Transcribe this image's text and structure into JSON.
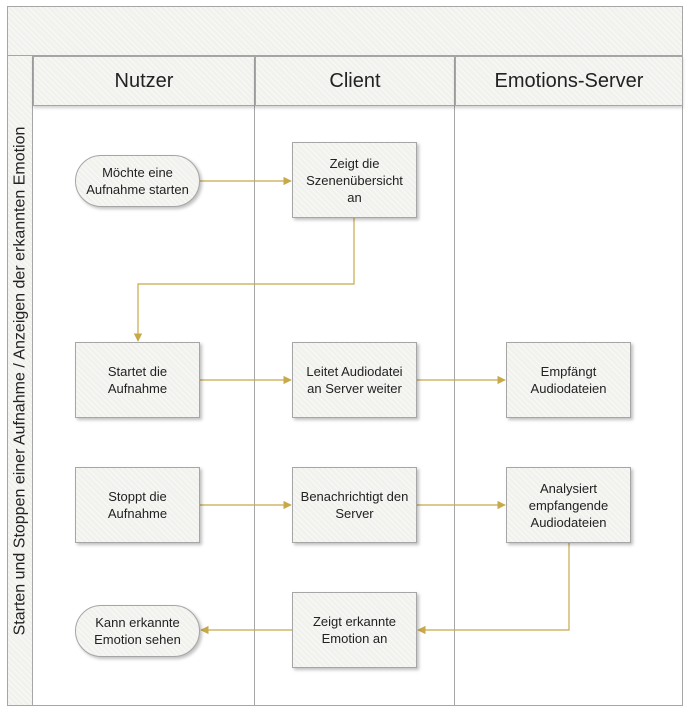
{
  "pool": {
    "title": "",
    "side_label": "Starten und Stoppen einer Aufnahme / Anzeigen der erkannten Emotion"
  },
  "lanes": [
    "Nutzer",
    "Client",
    "Emotions-Server"
  ],
  "nodes": {
    "n1": "Möchte eine\nAufnahme starten",
    "n2": "Zeigt die\nSzenenübersicht\nan",
    "n3": "Startet die\nAufnahme",
    "n4": "Leitet Audiodatei\nan Server weiter",
    "n5": "Empfängt\nAudiodateien",
    "n6": "Stoppt die\nAufnahme",
    "n7": "Benachrichtigt den\nServer",
    "n8": "Analysiert\nempfangende\nAudiodateien",
    "n9": "Kann erkannte\nEmotion sehen",
    "n10": "Zeigt erkannte\nEmotion an"
  },
  "colors": {
    "arrow": "#c8a94a",
    "border": "#a6a6a6",
    "fill": "#f1f2ee"
  }
}
